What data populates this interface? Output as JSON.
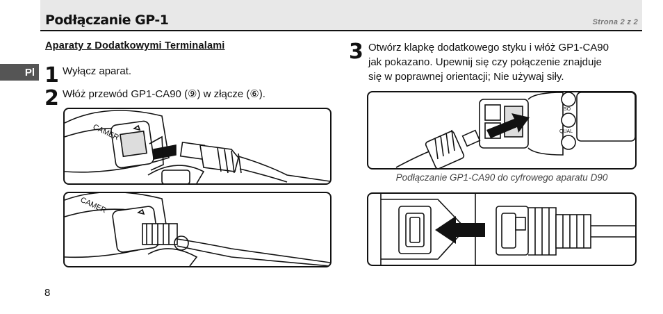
{
  "header": {
    "title": "Podłączanie GP-1",
    "page_indicator": "Strona 2 z 2"
  },
  "language_tab": "Pl",
  "left": {
    "section_heading": "Aparaty z Dodatkowymi Terminalami",
    "steps": [
      {
        "number": "1",
        "text": "Wyłącz aparat."
      },
      {
        "number": "2",
        "text": "Włóż przewód GP1-CA90 (⑨) w złącze (⑥)."
      }
    ],
    "camera_text_top": "CAMER",
    "camera_text_bottom": "CAMER"
  },
  "right": {
    "step": {
      "number": "3",
      "line1": "Otwórz klapkę dodatkowego styku i włóż GP1-CA90",
      "line2": "jak pokazano. Upewnij się czy połączenie znajduje",
      "line3": "się w poprawnej orientacji; Nie używaj siły."
    },
    "camera_labels": [
      "ISO",
      "QUAL"
    ],
    "caption": "Podłączanie GP1-CA90 do cyfrowego aparatu D90"
  },
  "page_number": "8"
}
